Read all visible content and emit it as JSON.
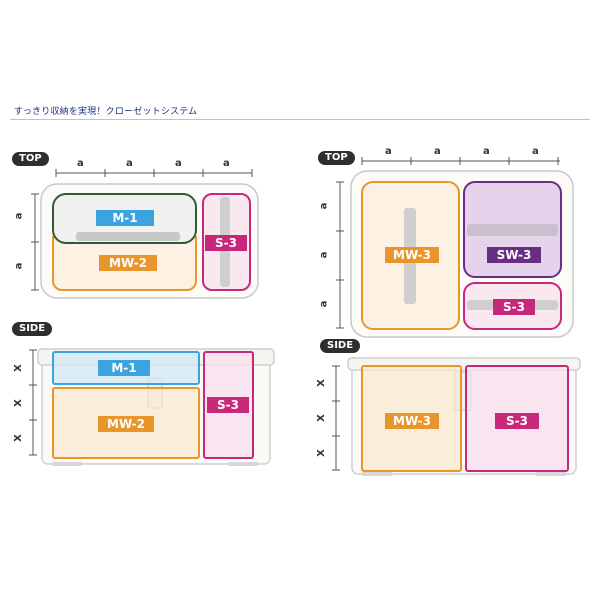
{
  "header": {
    "title": "すっきり収納を実現！クローゼットシステム"
  },
  "left": {
    "top_tag": "TOP",
    "side_tag": "SIDE",
    "top_dims": [
      "a",
      "a",
      "a",
      "a"
    ],
    "left_dims": [
      "a",
      "a"
    ],
    "side_dims": [
      "X",
      "X",
      "X"
    ],
    "top_labels": {
      "m1": "M-1",
      "mw2": "MW-2",
      "s3": "S-3"
    },
    "side_labels": {
      "m1": "M-1",
      "mw2": "MW-2",
      "s3": "S-3"
    }
  },
  "right": {
    "top_tag": "TOP",
    "side_tag": "SIDE",
    "top_dims": [
      "a",
      "a",
      "a",
      "a"
    ],
    "left_dims": [
      "a",
      "a",
      "a"
    ],
    "side_dims": [
      "X",
      "X",
      "X"
    ],
    "top_labels": {
      "mw3": "MW-3",
      "sw3": "SW-3",
      "s3": "S-3"
    },
    "side_labels": {
      "mw3": "MW-3",
      "s3": "S-3"
    }
  },
  "colors": {
    "navy": "#1c2f80",
    "blue": "#3aa3e0",
    "orange": "#e8952c",
    "magenta": "#c8287a",
    "purple": "#6a2d84",
    "darkgreen": "#2f5a3a"
  }
}
